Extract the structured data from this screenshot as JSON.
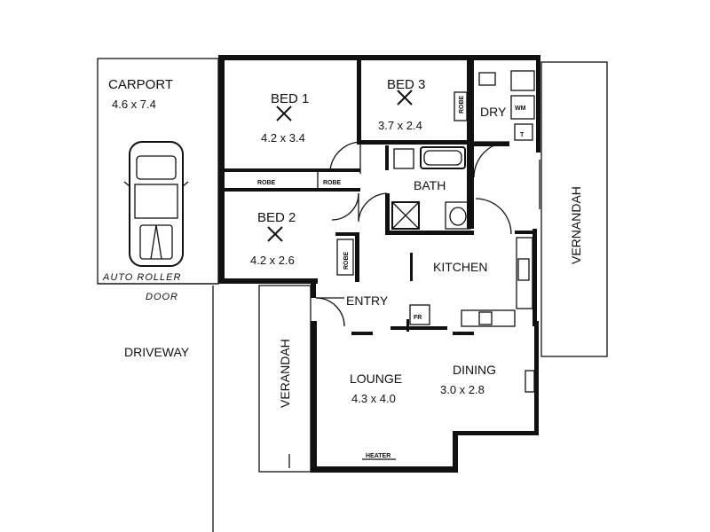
{
  "rooms": {
    "carport": {
      "name": "CARPORT",
      "size": "4.6 x 7.4"
    },
    "bed1": {
      "name": "BED 1",
      "size": "4.2 x 3.4"
    },
    "bed3": {
      "name": "BED 3",
      "size": "3.7 x 2.4"
    },
    "bed2": {
      "name": "BED 2",
      "size": "4.2 x 2.6"
    },
    "bath": {
      "name": "BATH"
    },
    "dry": {
      "name": "DRY"
    },
    "kitchen": {
      "name": "KITCHEN"
    },
    "entry": {
      "name": "ENTRY"
    },
    "lounge": {
      "name": "LOUNGE",
      "size": "4.3 x 4.0"
    },
    "dining": {
      "name": "DINING",
      "size": "3.0 x 2.8"
    },
    "verandah_right": {
      "name": "VERNANDAH"
    },
    "verandah_left": {
      "name": "VERANDAH"
    },
    "driveway": {
      "name": "DRIVEWAY"
    }
  },
  "fixtures": {
    "robe_bed1": "ROBE",
    "robe_bed1_b": "ROBE",
    "robe_bed3": "ROBE",
    "robe_bed2": "ROBE",
    "heater": "HEATER",
    "fridge": "FR",
    "wm": "WM",
    "trough": "T",
    "auto_door_line1": "AUTO ROLLER",
    "auto_door_line2": "DOOR"
  }
}
